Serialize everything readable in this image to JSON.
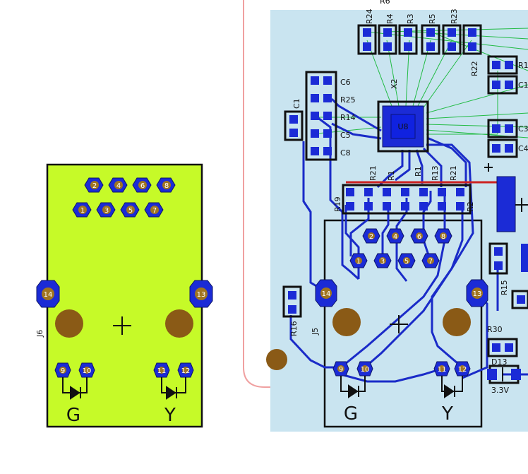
{
  "colors": {
    "board_fill": "#c9e4f0",
    "board_outline": "#f0a0a0",
    "copper": "#1a2bc8",
    "pad_fill": "#1b2bd6",
    "pad_outline": "#0d1466",
    "silk": "#111111",
    "ratsnest": "#22bb44",
    "hole": "#8a5a16",
    "module_fill": "#c6fa28",
    "red_track": "#cc2222"
  },
  "module": {
    "designator": "J6",
    "pins_top": [
      "2",
      "4",
      "6",
      "8"
    ],
    "pins_bottom": [
      "1",
      "3",
      "5",
      "7"
    ],
    "mount_left": "14",
    "mount_right": "13",
    "led_left_pins": [
      "9",
      "10"
    ],
    "led_right_pins": [
      "11",
      "12"
    ],
    "led_left_label": "G",
    "led_right_label": "Y"
  },
  "board": {
    "top_resistors": [
      "R24",
      "R4",
      "R3",
      "R5",
      "R23"
    ],
    "top_cut_label": "R6",
    "left_caps": [
      "C6",
      "R25",
      "R14",
      "C5",
      "C8"
    ],
    "c1_label": "C1",
    "x2_label": "X2",
    "ic_label": "U8",
    "right_parts": [
      "R1",
      "C1",
      "C3",
      "C4"
    ],
    "r22_label": "R22",
    "resistor_row_labels": [
      "R19",
      "R21",
      "R1",
      "R13",
      "R21",
      "R1"
    ],
    "resistor_row_end": "R2",
    "board_pins_top": [
      "2",
      "4",
      "6",
      "8"
    ],
    "board_pins_bottom": [
      "1",
      "3",
      "5",
      "7"
    ],
    "mount_left": "14",
    "mount_right": "13",
    "led_left_pins": [
      "9",
      "10"
    ],
    "led_right_pins": [
      "11",
      "12"
    ],
    "led_left_label": "G",
    "led_right_label": "Y",
    "r16_label": "R16",
    "j5_label": "J5",
    "r15_label": "R15",
    "r30_label": "R30",
    "d13_label": "D13",
    "d13_value": "3.3V"
  }
}
